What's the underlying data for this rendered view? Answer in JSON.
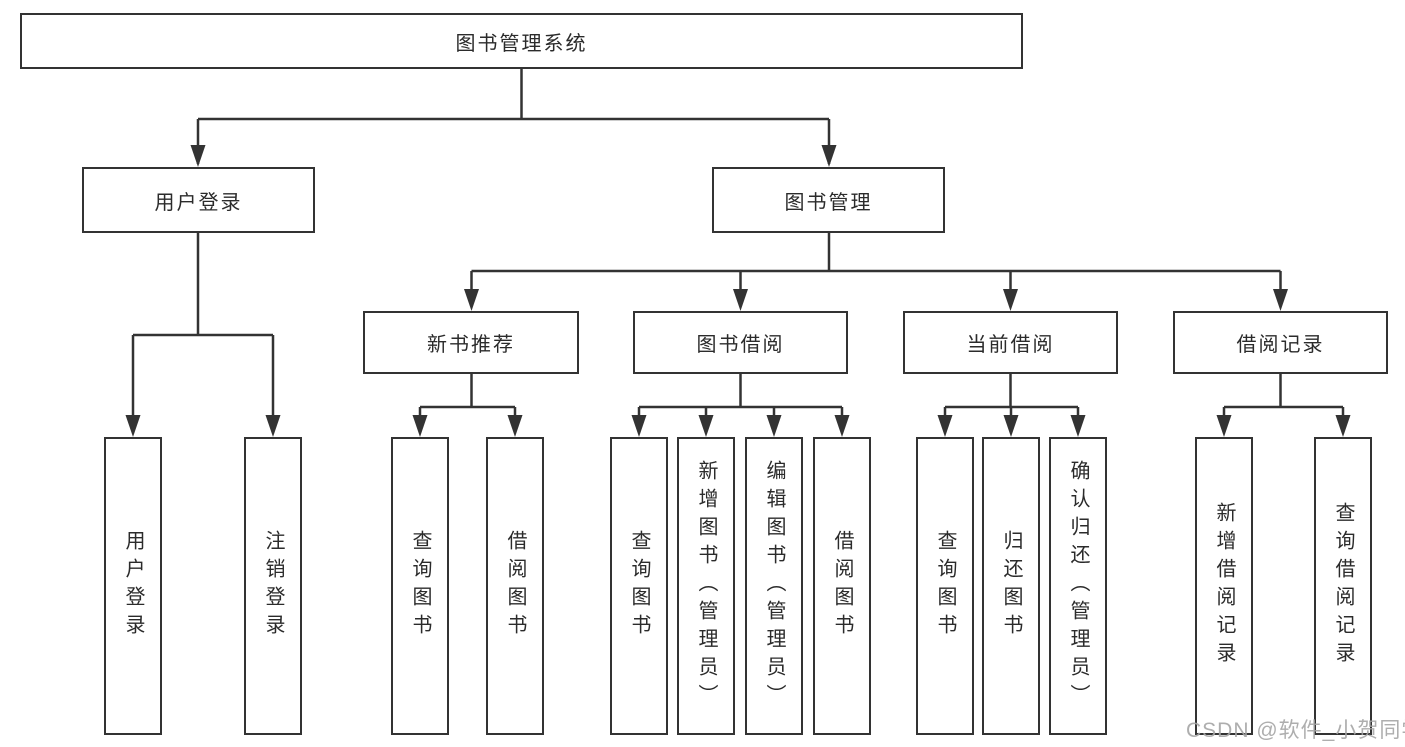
{
  "tree": {
    "label": "图书管理系统",
    "children": [
      {
        "label": "用户登录",
        "children": [
          {
            "label": "用户登录"
          },
          {
            "label": "注销登录"
          }
        ]
      },
      {
        "label": "图书管理",
        "children": [
          {
            "label": "新书推荐",
            "children": [
              {
                "label": "查询图书"
              },
              {
                "label": "借阅图书"
              }
            ]
          },
          {
            "label": "图书借阅",
            "children": [
              {
                "label": "查询图书"
              },
              {
                "label": "新增图书（管理员）"
              },
              {
                "label": "编辑图书（管理员）"
              },
              {
                "label": "借阅图书"
              }
            ]
          },
          {
            "label": "当前借阅",
            "children": [
              {
                "label": "查询图书"
              },
              {
                "label": "归还图书"
              },
              {
                "label": "确认归还（管理员）"
              }
            ]
          },
          {
            "label": "借阅记录",
            "children": [
              {
                "label": "新增借阅记录"
              },
              {
                "label": "查询借阅记录"
              }
            ]
          }
        ]
      }
    ]
  },
  "watermark": "CSDN @软件_小贺同学",
  "colors": {
    "line": "#333333",
    "box_background": "#ffffff",
    "text": "#2b2b2b",
    "watermark": "#a5a5a5"
  }
}
